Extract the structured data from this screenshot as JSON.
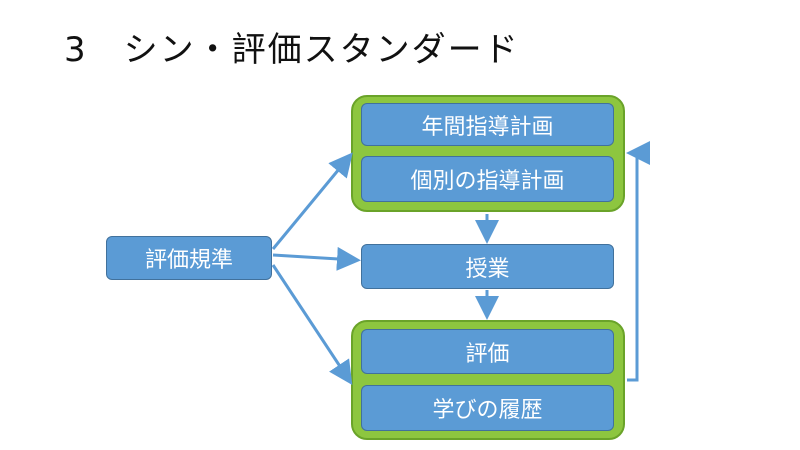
{
  "title": {
    "number": "3",
    "text": "シン・評価スタンダード"
  },
  "diagram": {
    "source": "評価規準",
    "plan_group": [
      "年間指導計画",
      "個別の指導計画"
    ],
    "lesson": "授業",
    "eval_group": [
      "評価",
      "学びの履歴"
    ]
  },
  "colors": {
    "box_fill": "#5b9bd5",
    "group_fill": "#8dc63f",
    "arrow": "#5b9bd5"
  }
}
